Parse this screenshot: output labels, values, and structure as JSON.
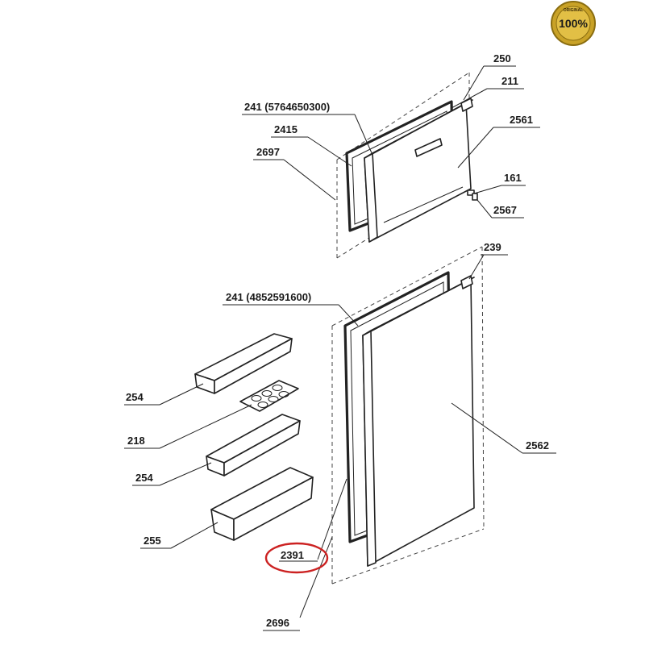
{
  "badge": {
    "text": "100%",
    "arc_text": "ORIGINAL",
    "gold": "#c9a227",
    "dark": "#3a2a05"
  },
  "highlight_color": "#cc2222",
  "callouts": {
    "c250": "250",
    "c211": "211",
    "c241_top": "241 (5764650300)",
    "c2415": "2415",
    "c2561": "2561",
    "c2697": "2697",
    "c161": "161",
    "c2567": "2567",
    "c239": "239",
    "c241_bottom": "241 (4852591600)",
    "c254_a": "254",
    "c218": "218",
    "c2562": "2562",
    "c254_b": "254",
    "c255": "255",
    "c2391": "2391",
    "c2696": "2696"
  }
}
